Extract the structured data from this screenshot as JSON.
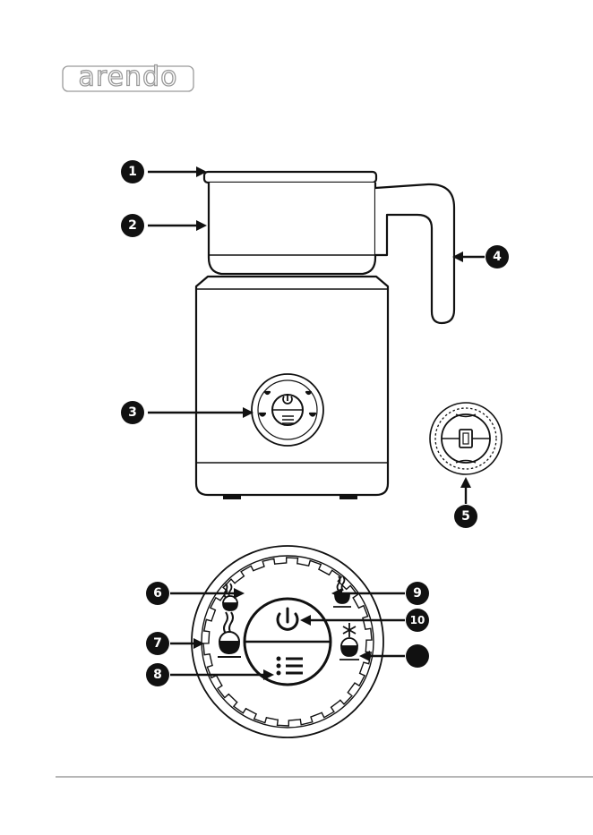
{
  "brand": {
    "logo_text": "arendo"
  },
  "callouts": [
    "1",
    "2",
    "3",
    "4",
    "5",
    "6",
    "7",
    "8",
    "9",
    "10",
    ""
  ],
  "icons": {
    "rim": "rim",
    "jug": "milk-jug",
    "base_panel": "control-panel",
    "handle": "jug-handle",
    "whisk": "whisk-disc",
    "hot_foam": "hot-foam-icon",
    "extra_foam": "extra-hot-foam-icon",
    "menu": "menu-icon",
    "hot_milk": "hot-milk-icon",
    "power": "power-icon",
    "cold_foam": "cold-foam-icon"
  }
}
